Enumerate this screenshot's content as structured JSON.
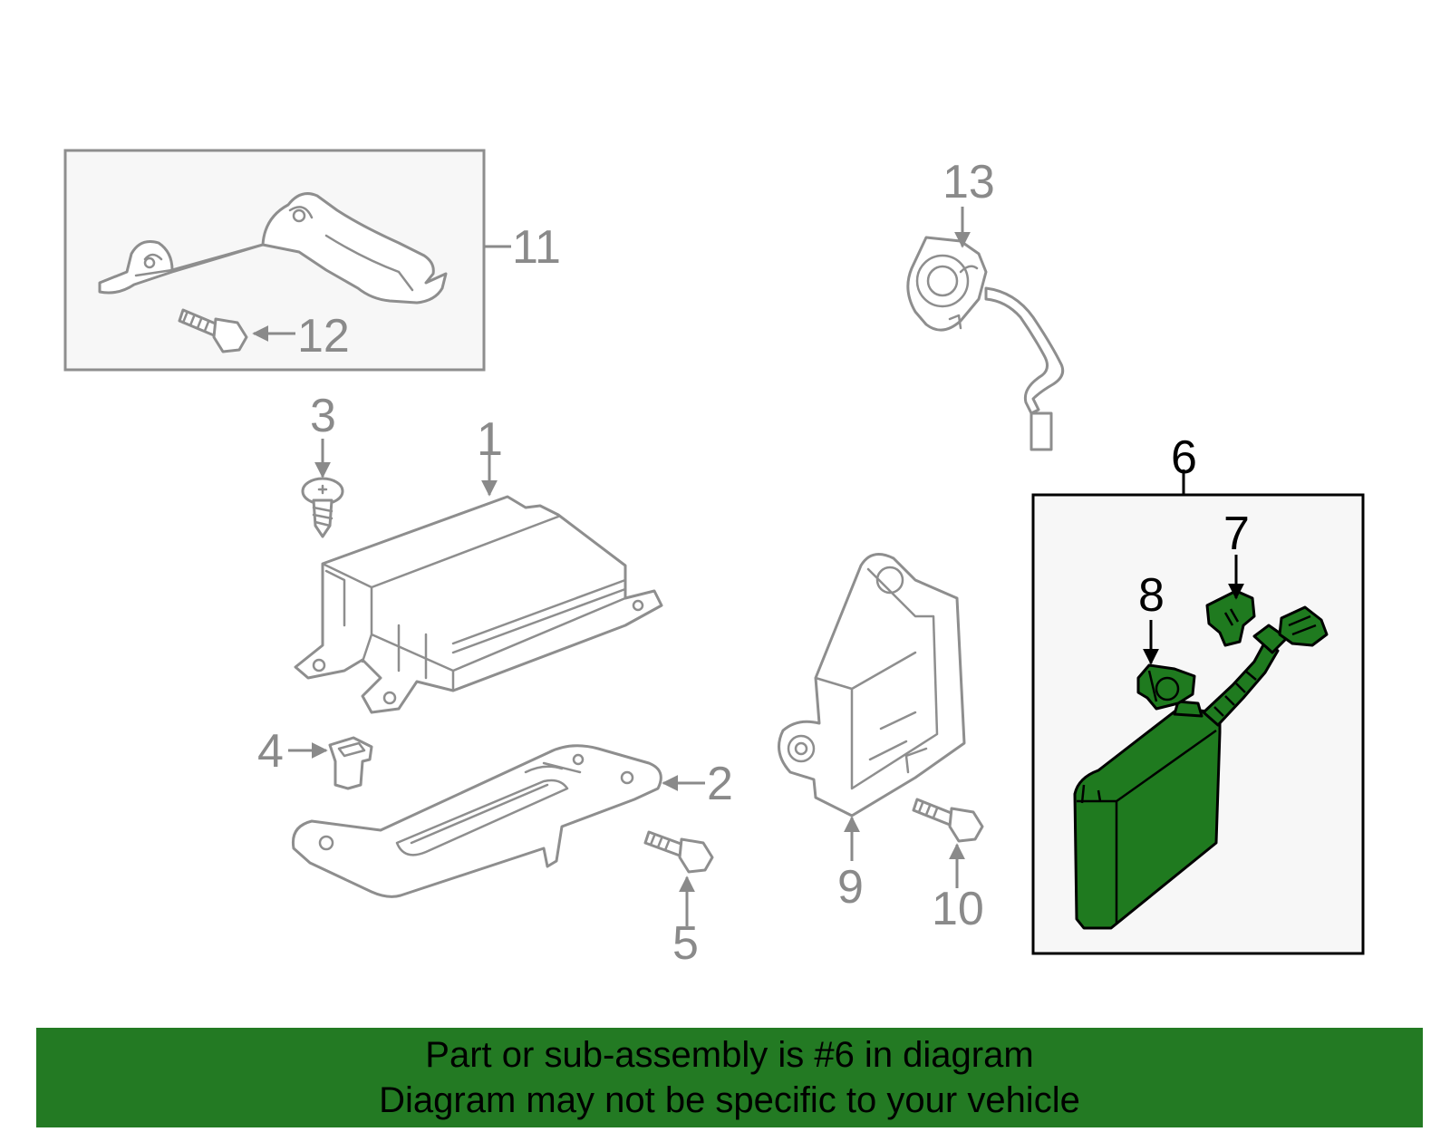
{
  "callouts": {
    "c1": "1",
    "c2": "2",
    "c3": "3",
    "c4": "4",
    "c5": "5",
    "c6": "6",
    "c7": "7",
    "c8": "8",
    "c9": "9",
    "c10": "10",
    "c11": "11",
    "c12": "12",
    "c13": "13"
  },
  "highlighted_part": "6",
  "colors": {
    "highlight_fill": "#1f7a1f",
    "banner_bg": "#237a23",
    "part_stroke": "#8e8e8e",
    "callout_gray": "#8a8a8a",
    "box_bg": "#f7f7f7"
  },
  "banner": {
    "line1": "Part or sub-assembly is #6 in diagram",
    "line2": "Diagram may not be specific to your vehicle"
  }
}
